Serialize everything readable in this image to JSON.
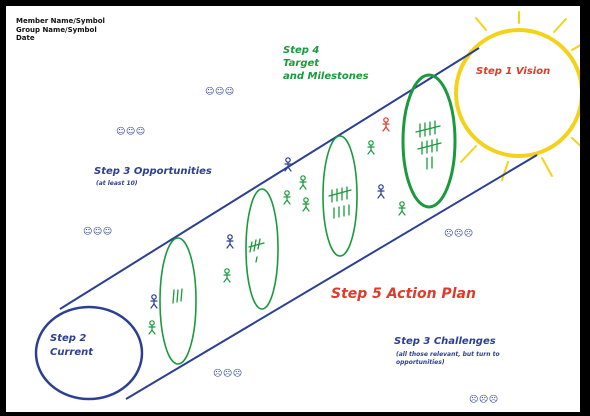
{
  "header": {
    "member": "Member Name/Symbol",
    "group": "Group Name/Symbol",
    "date": "Date"
  },
  "labels": {
    "step4_line1": "Step 4",
    "step4_line2": "Target",
    "step4_line3": "and Milestones",
    "step1": "Step 1 Vision",
    "step3_opp": "Step 3 Opportunities",
    "step3_opp_note": "(at least 10)",
    "step5": "Step 5 Action Plan",
    "step2_line1": "Step 2",
    "step2_line2": "Current",
    "step3_chal": "Step 3 Challenges",
    "step3_chal_note_1": "(all those relevant, but turn to",
    "step3_chal_note_2": "opportunities)"
  },
  "faces": {
    "happy": "☺☺☺",
    "sad": "☹☹☹"
  },
  "colors": {
    "blue": "#2c3f93",
    "green": "#1a9a3c",
    "red": "#e03a2c",
    "sun": "#f5d21a"
  }
}
